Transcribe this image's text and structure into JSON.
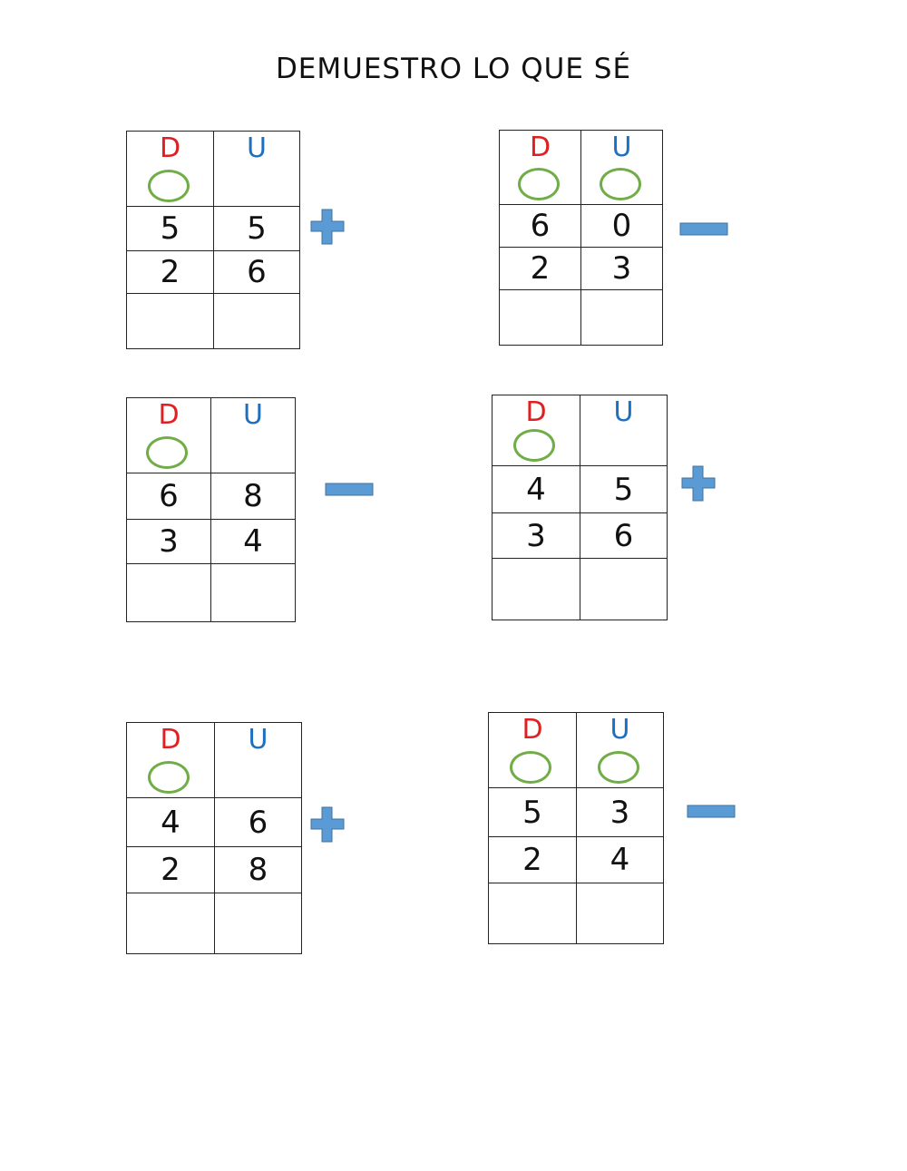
{
  "title": "DEMUESTRO LO QUE SÉ",
  "colors": {
    "d_letter": "#e02020",
    "u_letter": "#1f6fbf",
    "circle": "#70ad47",
    "operator": "#5b9bd5"
  },
  "headers": {
    "tens": "D",
    "units": "U"
  },
  "exercises": [
    {
      "operator": "plus",
      "circle_tens": true,
      "circle_units": false,
      "row1": [
        "5",
        "5"
      ],
      "row2": [
        "2",
        "6"
      ],
      "answer": [
        "",
        ""
      ]
    },
    {
      "operator": "minus",
      "circle_tens": true,
      "circle_units": true,
      "row1": [
        "6",
        "0"
      ],
      "row2": [
        "2",
        "3"
      ],
      "answer": [
        "",
        ""
      ]
    },
    {
      "operator": "minus",
      "circle_tens": true,
      "circle_units": false,
      "row1": [
        "6",
        "8"
      ],
      "row2": [
        "3",
        "4"
      ],
      "answer": [
        "",
        ""
      ]
    },
    {
      "operator": "plus",
      "circle_tens": true,
      "circle_units": false,
      "row1": [
        "4",
        "5"
      ],
      "row2": [
        "3",
        "6"
      ],
      "answer": [
        "",
        ""
      ]
    },
    {
      "operator": "plus",
      "circle_tens": true,
      "circle_units": false,
      "row1": [
        "4",
        "6"
      ],
      "row2": [
        "2",
        "8"
      ],
      "answer": [
        "",
        ""
      ]
    },
    {
      "operator": "minus",
      "circle_tens": true,
      "circle_units": true,
      "row1": [
        "5",
        "3"
      ],
      "row2": [
        "2",
        "4"
      ],
      "answer": [
        "",
        ""
      ]
    }
  ]
}
